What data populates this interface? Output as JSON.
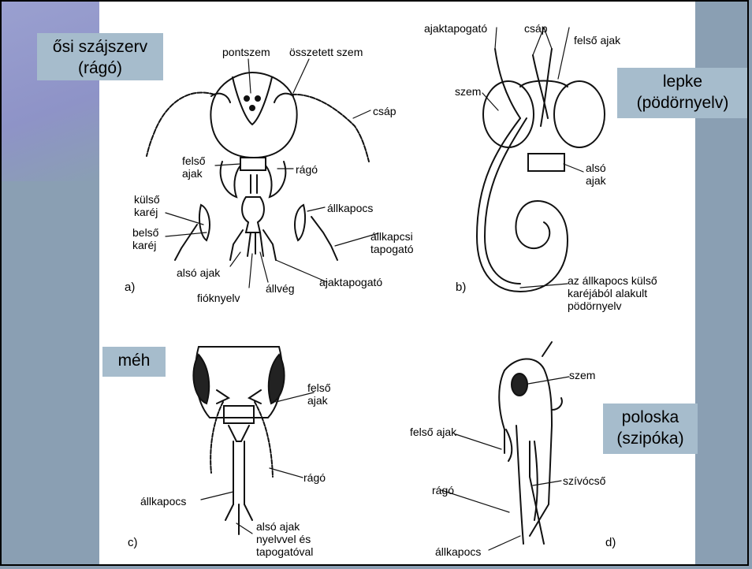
{
  "tags": {
    "primitive": "ősi szájszerv\n(rágó)",
    "butterfly": "lepke\n(pödörnyelv)",
    "bee": "méh",
    "bug": "poloska\n(szipóka)"
  },
  "panel_a": {
    "letter": "a)",
    "pontszem": "pontszem",
    "osszetett_szem": "összetett szem",
    "csap": "csáp",
    "felso_ajak": "felső\najak",
    "rago": "rágó",
    "kulso_karej": "külső\nkaréj",
    "belso_karej": "belső\nkaréj",
    "allkapocs": "állkapocs",
    "allkapcsi_tapogato": "állkapcsi\ntapogató",
    "also_ajak": "alsó ajak",
    "fioknyelv": "fióknyelv",
    "allveg": "állvég",
    "ajaktapogato": "ajaktapogató"
  },
  "panel_b": {
    "letter": "b)",
    "ajaktapogato": "ajaktapogató",
    "csap": "csáp",
    "felso_ajak": "felső ajak",
    "szem": "szem",
    "also_ajak": "alsó\najak",
    "podornyelv": "az állkapocs külső\nkaréjából alakult\npödörnyelv"
  },
  "panel_c": {
    "letter": "c)",
    "felso_ajak": "felső\najak",
    "rago": "rágó",
    "allkapocs": "állkapocs",
    "also_ajak": "alsó ajak\nnyelvvel és\ntapogatóval"
  },
  "panel_d": {
    "letter": "d)",
    "szem": "szem",
    "felso_ajak": "felső ajak",
    "rago": "rágó",
    "szivocso": "szívócső",
    "allkapocs": "állkapocs"
  }
}
